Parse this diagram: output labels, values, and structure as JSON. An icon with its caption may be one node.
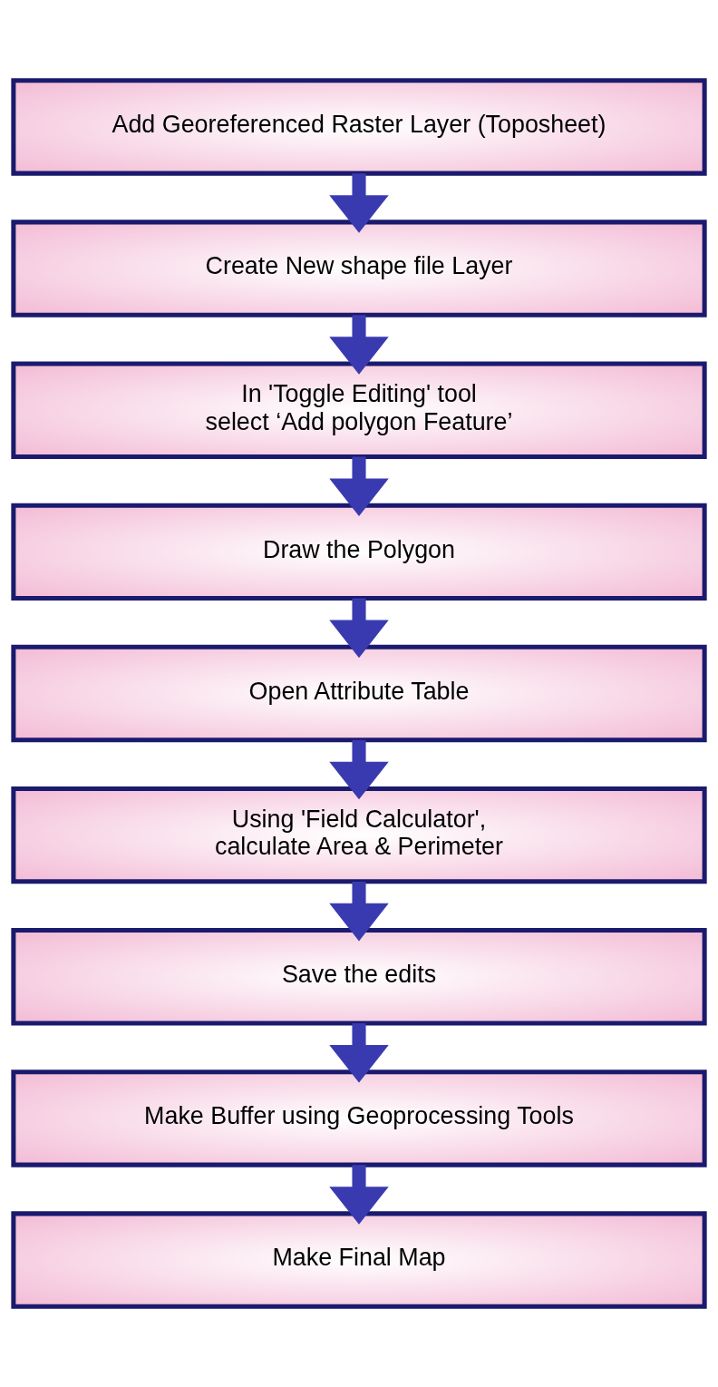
{
  "diagram": {
    "nodes": [
      {
        "text": [
          "Add Georeferenced Raster Layer (Toposheet)"
        ]
      },
      {
        "text": [
          "Create New shape file Layer"
        ]
      },
      {
        "text": [
          "In 'Toggle Editing' tool select ‘Add polygon Feature’"
        ]
      },
      {
        "text": [
          "Draw the Polygon"
        ]
      },
      {
        "text": [
          "Open Attribute Table"
        ]
      },
      {
        "text": [
          "Using 'Field Calculator', calculate Area & Perimeter"
        ]
      },
      {
        "text": [
          "Save the edits"
        ]
      },
      {
        "text": [
          "Make Buffer using Geoprocessing Tools"
        ]
      },
      {
        "text": [
          "Make Final Map"
        ]
      }
    ],
    "edges": [
      {
        "from": 0,
        "to": 1,
        "arrow": "to"
      },
      {
        "from": 1,
        "to": 2,
        "arrow": "to"
      },
      {
        "from": 2,
        "to": 3,
        "arrow": "to"
      },
      {
        "from": 3,
        "to": 4,
        "arrow": "to"
      },
      {
        "from": 4,
        "to": 5,
        "arrow": "to"
      },
      {
        "from": 5,
        "to": 6,
        "arrow": "to"
      },
      {
        "from": 6,
        "to": 7,
        "arrow": "to"
      },
      {
        "from": 7,
        "to": 8,
        "arrow": "to"
      }
    ]
  }
}
